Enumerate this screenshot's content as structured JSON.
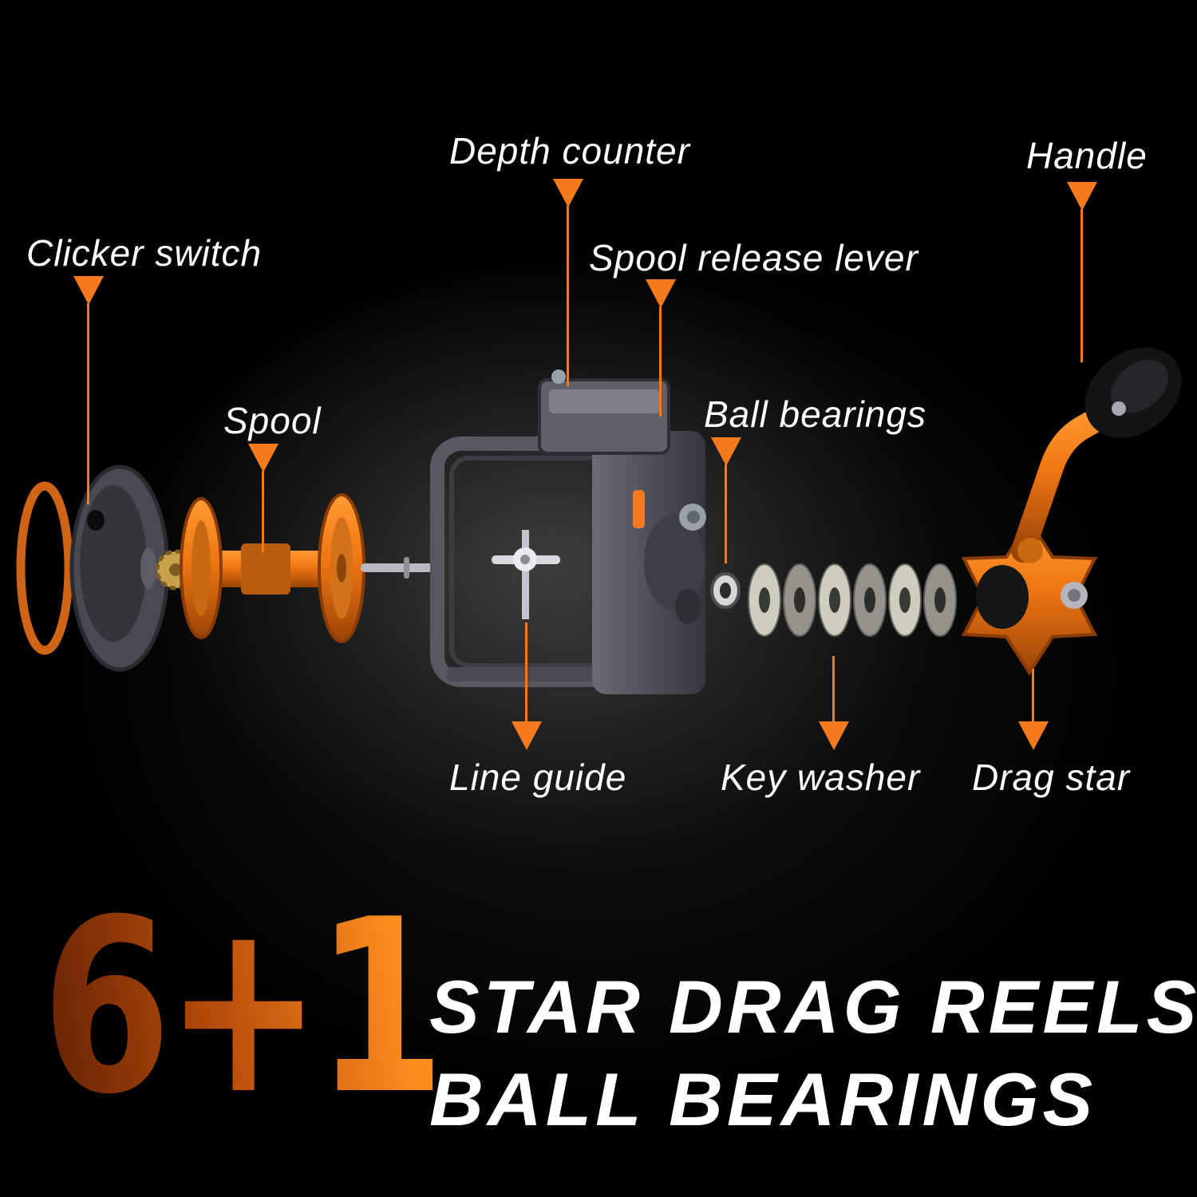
{
  "diagram": {
    "background_color": "#000000",
    "accent_color": "#f57a1d",
    "label_text_color": "#ffffff",
    "labels": {
      "clicker_switch": "Clicker switch",
      "spool": "Spool",
      "depth_counter": "Depth counter",
      "spool_release_lever": "Spool release lever",
      "ball_bearings": "Ball bearings",
      "handle": "Handle",
      "line_guide": "Line guide",
      "key_washer": "Key washer",
      "drag_star": "Drag star"
    }
  },
  "banner": {
    "headline_number": "6+1",
    "tagline_line1": "STAR DRAG REELS",
    "tagline_line2": "BALL BEARINGS",
    "number_gradient_start": "#5f1f05",
    "number_gradient_end": "#ff8c1e",
    "tagline_color": "#ffffff"
  }
}
